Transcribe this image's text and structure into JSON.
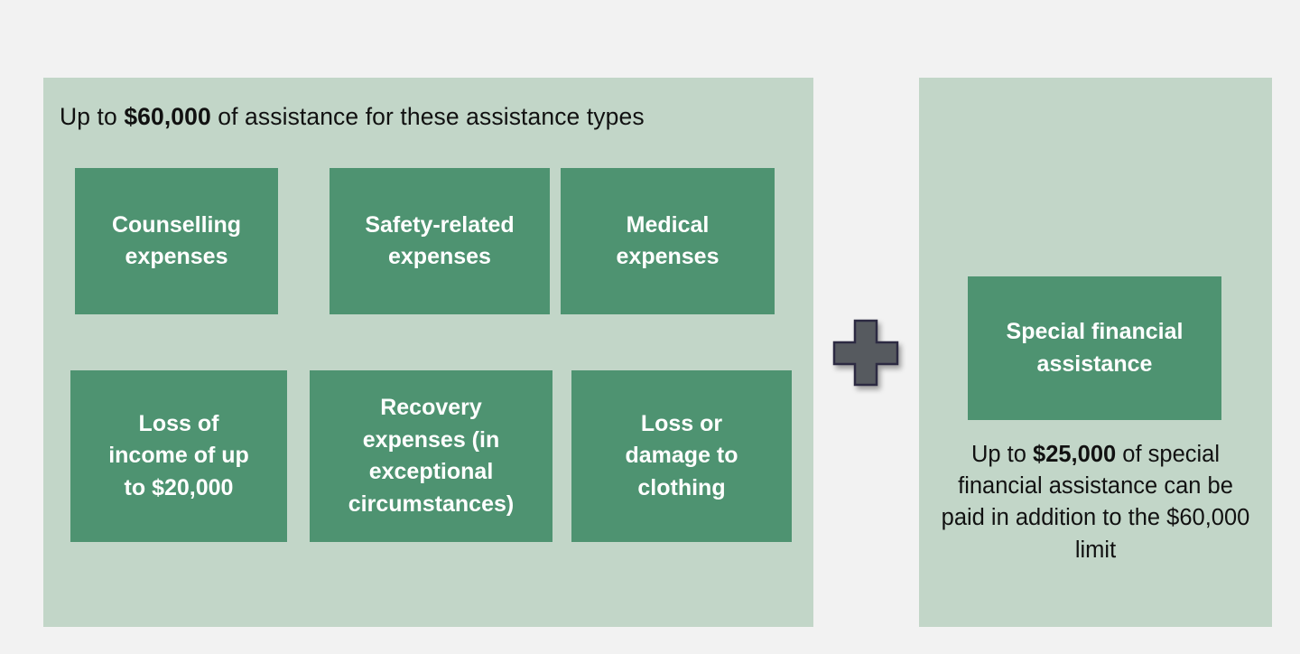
{
  "page": {
    "background_color": "#f2f2f2",
    "panel_color": "#c2d6c8",
    "tile_color": "#4e9371",
    "tile_text_color": "#ffffff",
    "plus_fill_color": "#565a5f",
    "plus_border_color": "#2c2a42"
  },
  "left_panel": {
    "heading": {
      "prefix": "Up to ",
      "amount": "$60,000",
      "suffix": " of assistance for these assistance types",
      "full_text": "Up to $60,000 of assistance for these assistance types"
    },
    "tiles": [
      {
        "id": "counselling",
        "line1": "Counselling",
        "line2": "expenses",
        "line3": "",
        "line4": ""
      },
      {
        "id": "safety",
        "line1": "Safety-related",
        "line2": "expenses",
        "line3": "",
        "line4": ""
      },
      {
        "id": "medical",
        "line1": "Medical",
        "line2": "expenses",
        "line3": "",
        "line4": ""
      },
      {
        "id": "loss-income",
        "line1": "Loss of",
        "line2": "income of up",
        "line3": "to $20,000",
        "line4": ""
      },
      {
        "id": "recovery",
        "line1": "Recovery",
        "line2": "expenses (in",
        "line3": "exceptional",
        "line4": "circumstances)"
      },
      {
        "id": "clothing",
        "line1": "Loss or",
        "line2": "damage to",
        "line3": "clothing",
        "line4": ""
      }
    ]
  },
  "operator": {
    "symbol": "plus",
    "icon_name": "plus-icon"
  },
  "right_panel": {
    "tile": {
      "line1": "Special financial",
      "line2": "assistance"
    },
    "caption": {
      "prefix": "Up to ",
      "amount": "$25,000",
      "suffix": " of special financial assistance can be paid in addition to the $60,000 limit",
      "full_text": "Up to $25,000 of special financial assistance can be paid in addition to the $60,000 limit"
    }
  }
}
